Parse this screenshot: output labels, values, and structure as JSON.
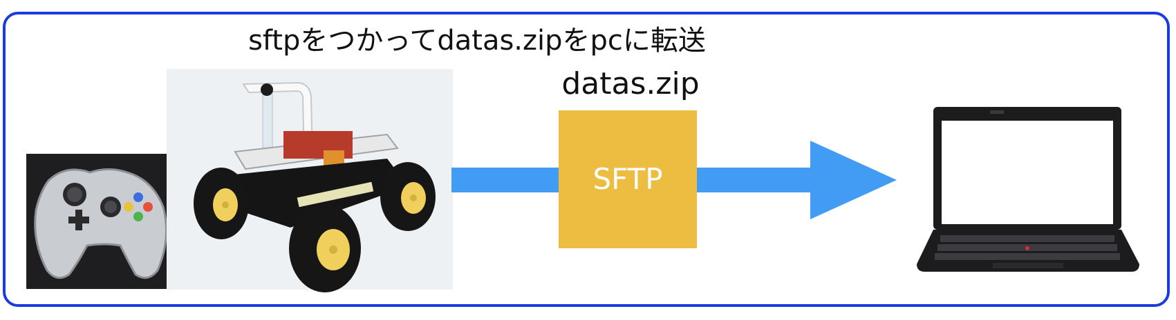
{
  "caption": "sftpをつかってdatas.zipをpcに転送",
  "file_label": "datas.zip",
  "protocol_label": "SFTP",
  "colors": {
    "border": "#1a3be0",
    "arrow": "#439cf3",
    "protocol_box": "#ecbd40",
    "laptop_body": "#1c1c1e",
    "gamepad_bg": "#1e1e20",
    "robot_bg": "#eef1f3"
  },
  "icons": [
    "gamepad-icon",
    "robot-car-icon",
    "laptop-icon"
  ]
}
